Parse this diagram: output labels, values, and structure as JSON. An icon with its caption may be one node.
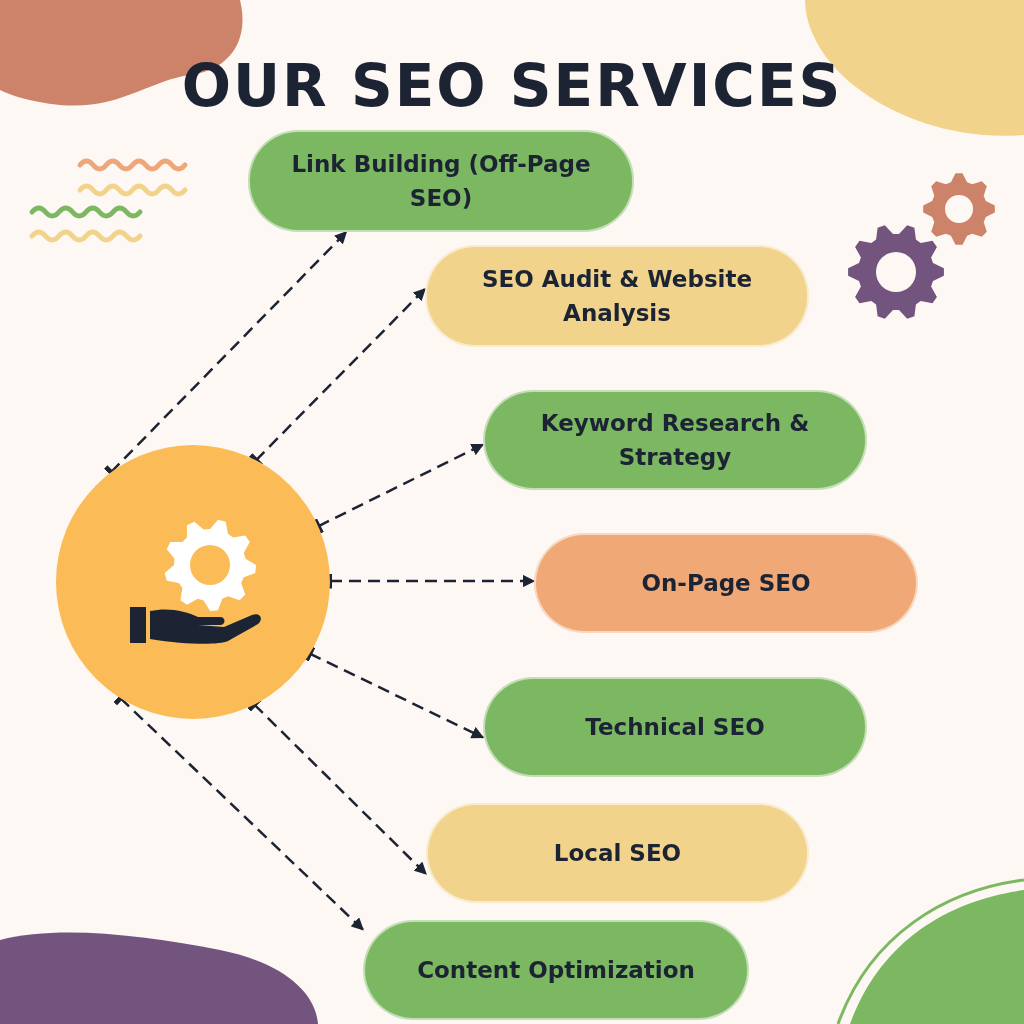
{
  "diagram": {
    "title": "OUR SEO SERVICES",
    "nodes": [
      {
        "text": [],
        "shape": "circle"
      },
      {
        "text": [
          "Link Building (Off-Page SEO)"
        ]
      },
      {
        "text": [
          "SEO Audit & Website Analysis"
        ]
      },
      {
        "text": [
          "Keyword Research & Strategy"
        ]
      },
      {
        "text": [
          "On-Page SEO"
        ]
      },
      {
        "text": [
          "Technical SEO"
        ]
      },
      {
        "text": [
          "Local SEO"
        ]
      },
      {
        "text": [
          "Content Optimization"
        ]
      }
    ],
    "edges": [
      {
        "from": 0,
        "to": 1,
        "arrow": "to",
        "style": "dashed"
      },
      {
        "from": 0,
        "to": 2,
        "arrow": "to",
        "style": "dashed"
      },
      {
        "from": 0,
        "to": 3,
        "arrow": "to",
        "style": "dashed"
      },
      {
        "from": 0,
        "to": 4,
        "arrow": "to",
        "style": "dashed"
      },
      {
        "from": 0,
        "to": 5,
        "arrow": "to",
        "style": "dashed"
      },
      {
        "from": 0,
        "to": 6,
        "arrow": "to",
        "style": "dashed"
      },
      {
        "from": 0,
        "to": 7,
        "arrow": "to",
        "style": "dashed"
      }
    ]
  }
}
